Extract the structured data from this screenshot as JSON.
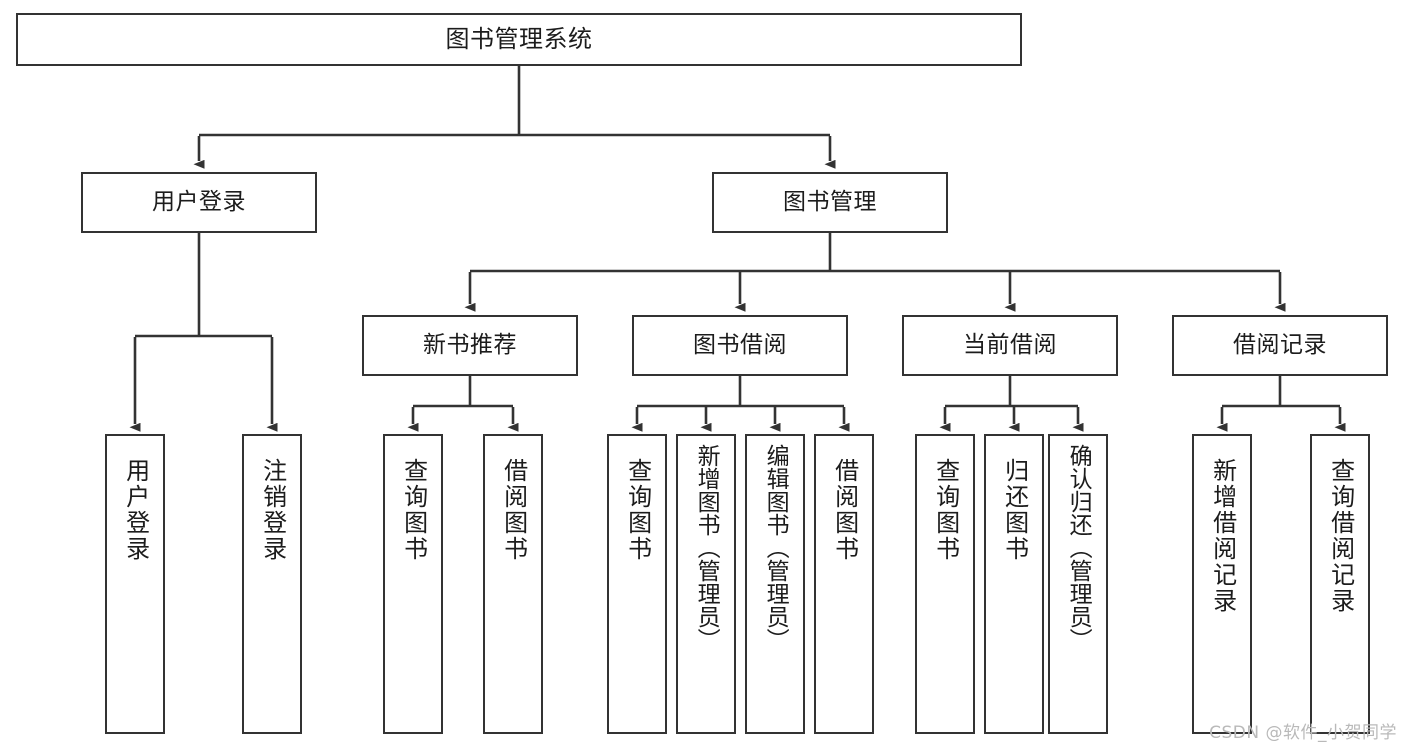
{
  "diagram": {
    "title": "图书管理系统",
    "type": "hierarchy-tree",
    "orientation": "top-down",
    "colors": {
      "box_border": "#333333",
      "box_fill": "#ffffff",
      "edge": "#333333",
      "text": "#1c1c1c",
      "watermark": "#b9b9b9",
      "background": "#ffffff"
    }
  },
  "nodes": {
    "root": {
      "label": "图书管理系统"
    },
    "level2": [
      {
        "id": "user-login",
        "label": "用户登录"
      },
      {
        "id": "book-manage",
        "label": "图书管理"
      }
    ],
    "level3": [
      {
        "id": "new-book-recommend",
        "label": "新书推荐"
      },
      {
        "id": "book-borrow",
        "label": "图书借阅"
      },
      {
        "id": "current-borrow",
        "label": "当前借阅"
      },
      {
        "id": "borrow-record",
        "label": "借阅记录"
      }
    ],
    "leaves": {
      "user-login": [
        {
          "id": "leaf-user-login",
          "label": "用户登录"
        },
        {
          "id": "leaf-logout-login",
          "label": "注销登录"
        }
      ],
      "new-book-recommend": [
        {
          "id": "leaf-query-book-1",
          "label": "查询图书"
        },
        {
          "id": "leaf-borrow-book-1",
          "label": "借阅图书"
        }
      ],
      "book-borrow": [
        {
          "id": "leaf-query-book-2",
          "label": "查询图书"
        },
        {
          "id": "leaf-add-book",
          "label": "新增图书（管理员）"
        },
        {
          "id": "leaf-edit-book",
          "label": "编辑图书（管理员）"
        },
        {
          "id": "leaf-borrow-book-2",
          "label": "借阅图书"
        }
      ],
      "current-borrow": [
        {
          "id": "leaf-query-book-3",
          "label": "查询图书"
        },
        {
          "id": "leaf-return-book",
          "label": "归还图书"
        },
        {
          "id": "leaf-confirm-return",
          "label": "确认归还（管理员）"
        }
      ],
      "borrow-record": [
        {
          "id": "leaf-add-record",
          "label": "新增借阅记录"
        },
        {
          "id": "leaf-query-record",
          "label": "查询借阅记录"
        }
      ]
    }
  },
  "watermark": {
    "text": "CSDN @软件_小贺同学"
  }
}
